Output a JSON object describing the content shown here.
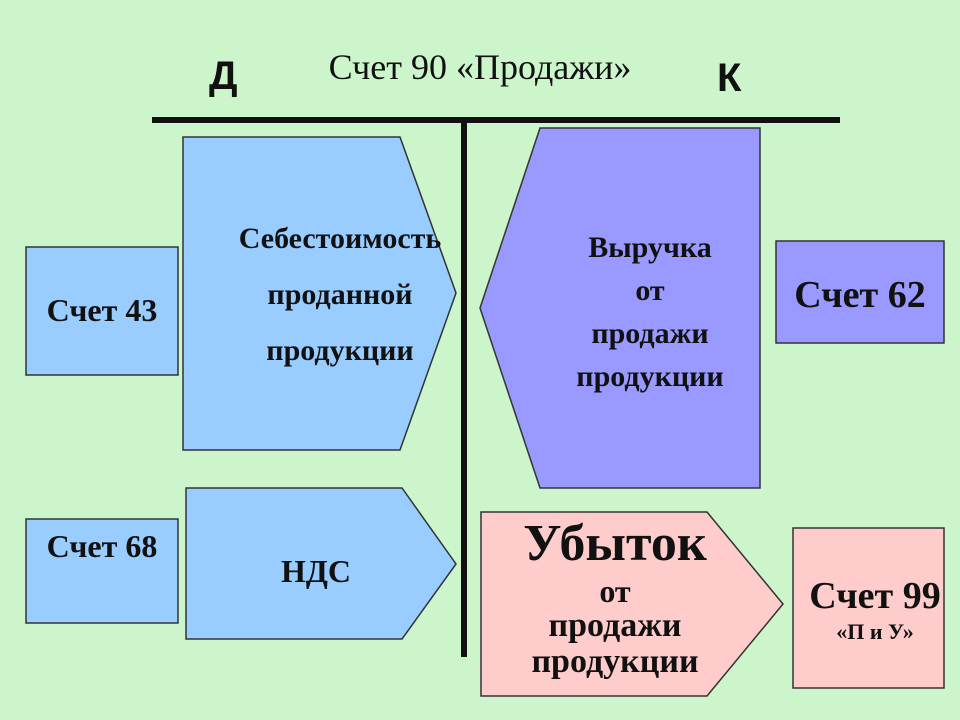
{
  "title": "Счет 90 «Продажи»",
  "debit_label": "Д",
  "credit_label": "К",
  "colors": {
    "background": "#ccf5cc",
    "light_blue": "#99ccff",
    "lavender": "#9999ff",
    "pink": "#ffcccc",
    "outline": "#333333",
    "line": "#111111"
  },
  "left": {
    "acc43": "Счет 43",
    "cost_line1": "Себестоимость",
    "cost_line2": "проданной",
    "cost_line3": "продукции",
    "acc68": "Счет 68",
    "vat": "НДС"
  },
  "right": {
    "revenue_line1": "Выручка",
    "revenue_line2": "от",
    "revenue_line3": "продажи",
    "revenue_line4": "продукции",
    "acc62": "Счет 62",
    "loss_line1": "Убыток",
    "loss_line2": "от",
    "loss_line3": "продажи",
    "loss_line4": "продукции",
    "acc99": "Счет 99",
    "acc99_sub": "«П и У»"
  }
}
